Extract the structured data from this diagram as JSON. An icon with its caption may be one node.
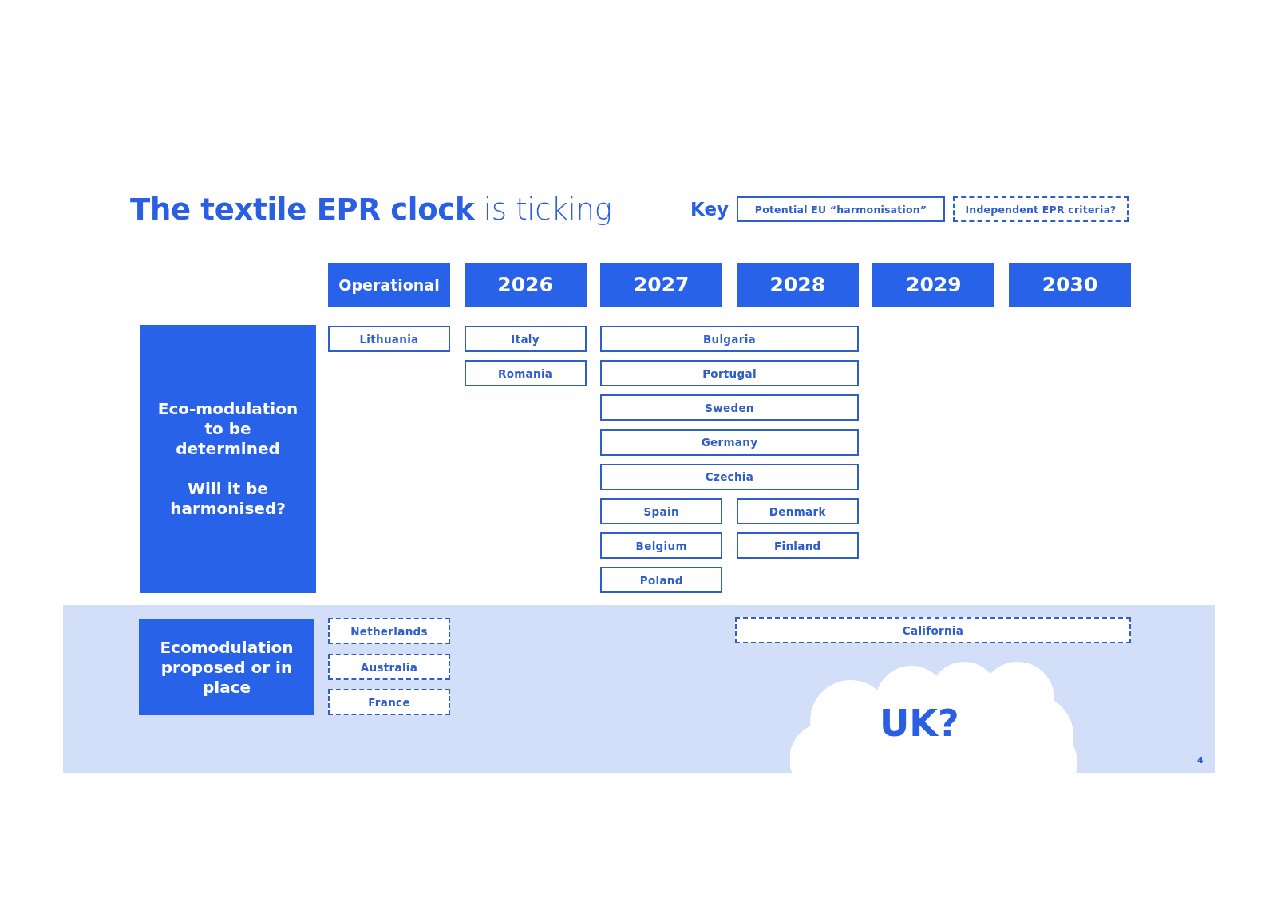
{
  "diagram": {
    "title": "**The textile EPR clock** is ticking",
    "nodes": [
      {
        "text": [
          "Operational"
        ]
      },
      {
        "text": [
          "2026"
        ]
      },
      {
        "text": [
          "2027"
        ]
      },
      {
        "text": [
          "2028"
        ]
      },
      {
        "text": [
          "2029"
        ]
      },
      {
        "text": [
          "2030"
        ]
      },
      {
        "text": [
          "Eco-modulation to be determined",
          "Will it be harmonised?"
        ]
      },
      {
        "text": [
          "Lithuania"
        ]
      },
      {
        "text": [
          "Italy"
        ]
      },
      {
        "text": [
          "Bulgaria"
        ]
      },
      {
        "text": [
          "Romania"
        ]
      },
      {
        "text": [
          "Portugal"
        ]
      },
      {
        "text": [
          "Sweden"
        ]
      },
      {
        "text": [
          "Germany"
        ]
      },
      {
        "text": [
          "Czechia"
        ]
      },
      {
        "text": [
          "Spain"
        ]
      },
      {
        "text": [
          "Denmark"
        ]
      },
      {
        "text": [
          "Belgium"
        ]
      },
      {
        "text": [
          "Finland"
        ]
      },
      {
        "text": [
          "Poland"
        ]
      },
      {
        "text": [
          "Ecomodulation proposed or in place"
        ]
      },
      {
        "text": [
          "Netherlands"
        ]
      },
      {
        "text": [
          "Australia"
        ]
      },
      {
        "text": [
          "France"
        ]
      },
      {
        "text": [
          "California"
        ]
      },
      {
        "text": [
          "UK?"
        ]
      }
    ],
    "labels": [
      "Key",
      "4"
    ],
    "legend": [
      {
        "text": "Potential EU “harmonisation”"
      },
      {
        "text": "Independent EPR criteria?"
      }
    ]
  }
}
